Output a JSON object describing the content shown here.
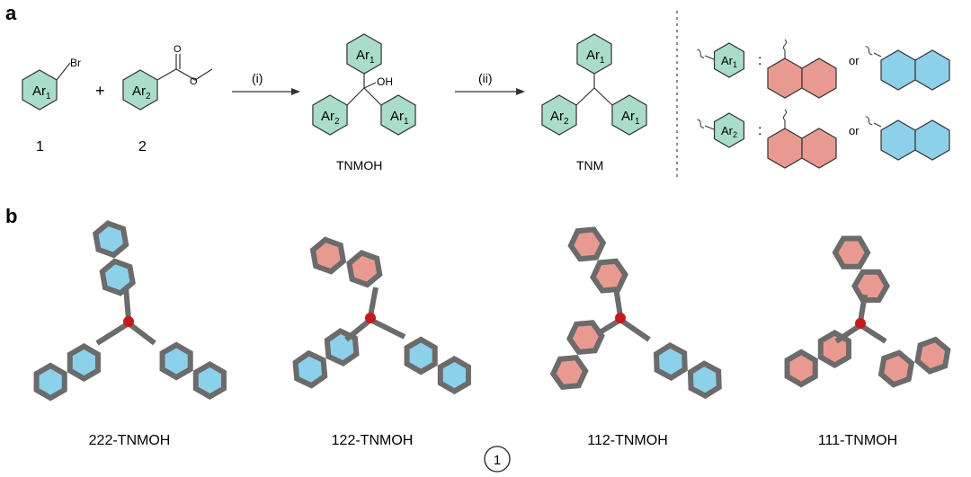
{
  "figure": {
    "panel_a": {
      "label": "a",
      "bromide": {
        "ring": "Ar",
        "sub": "1",
        "group": "Br",
        "number": "1"
      },
      "plus": "+",
      "ester": {
        "ring": "Ar",
        "sub": "2",
        "number": "2"
      },
      "ester_atom": "O",
      "step1": "(i)",
      "step2": "(ii)",
      "tnmoh": {
        "label": "TNMOH",
        "oh": "OH",
        "rings": [
          {
            "ring": "Ar",
            "sub": "1"
          },
          {
            "ring": "Ar",
            "sub": "2"
          },
          {
            "ring": "Ar",
            "sub": "1"
          }
        ]
      },
      "tnm": {
        "label": "TNM",
        "rings": [
          {
            "ring": "Ar",
            "sub": "1"
          },
          {
            "ring": "Ar",
            "sub": "2"
          },
          {
            "ring": "Ar",
            "sub": "1"
          }
        ]
      },
      "legend": [
        {
          "ring": "Ar",
          "sub": "1",
          "colon": ":",
          "or": "or"
        },
        {
          "ring": "Ar",
          "sub": "2",
          "colon": ":",
          "or": "or"
        }
      ]
    },
    "panel_b": {
      "label": "b",
      "structures": [
        {
          "label": "222-TNMOH"
        },
        {
          "label": "122-TNMOH"
        },
        {
          "label": "112-TNMOH"
        },
        {
          "label": "111-TNMOH"
        }
      ]
    },
    "footer_number": "1"
  },
  "colors": {
    "teal": "#a9dcc9",
    "red": "#e89a91",
    "blue": "#8dd0ea",
    "bond": "#6b6b6b",
    "hydrogen": "#e4e4e4",
    "oxygen": "#c61a1a"
  }
}
